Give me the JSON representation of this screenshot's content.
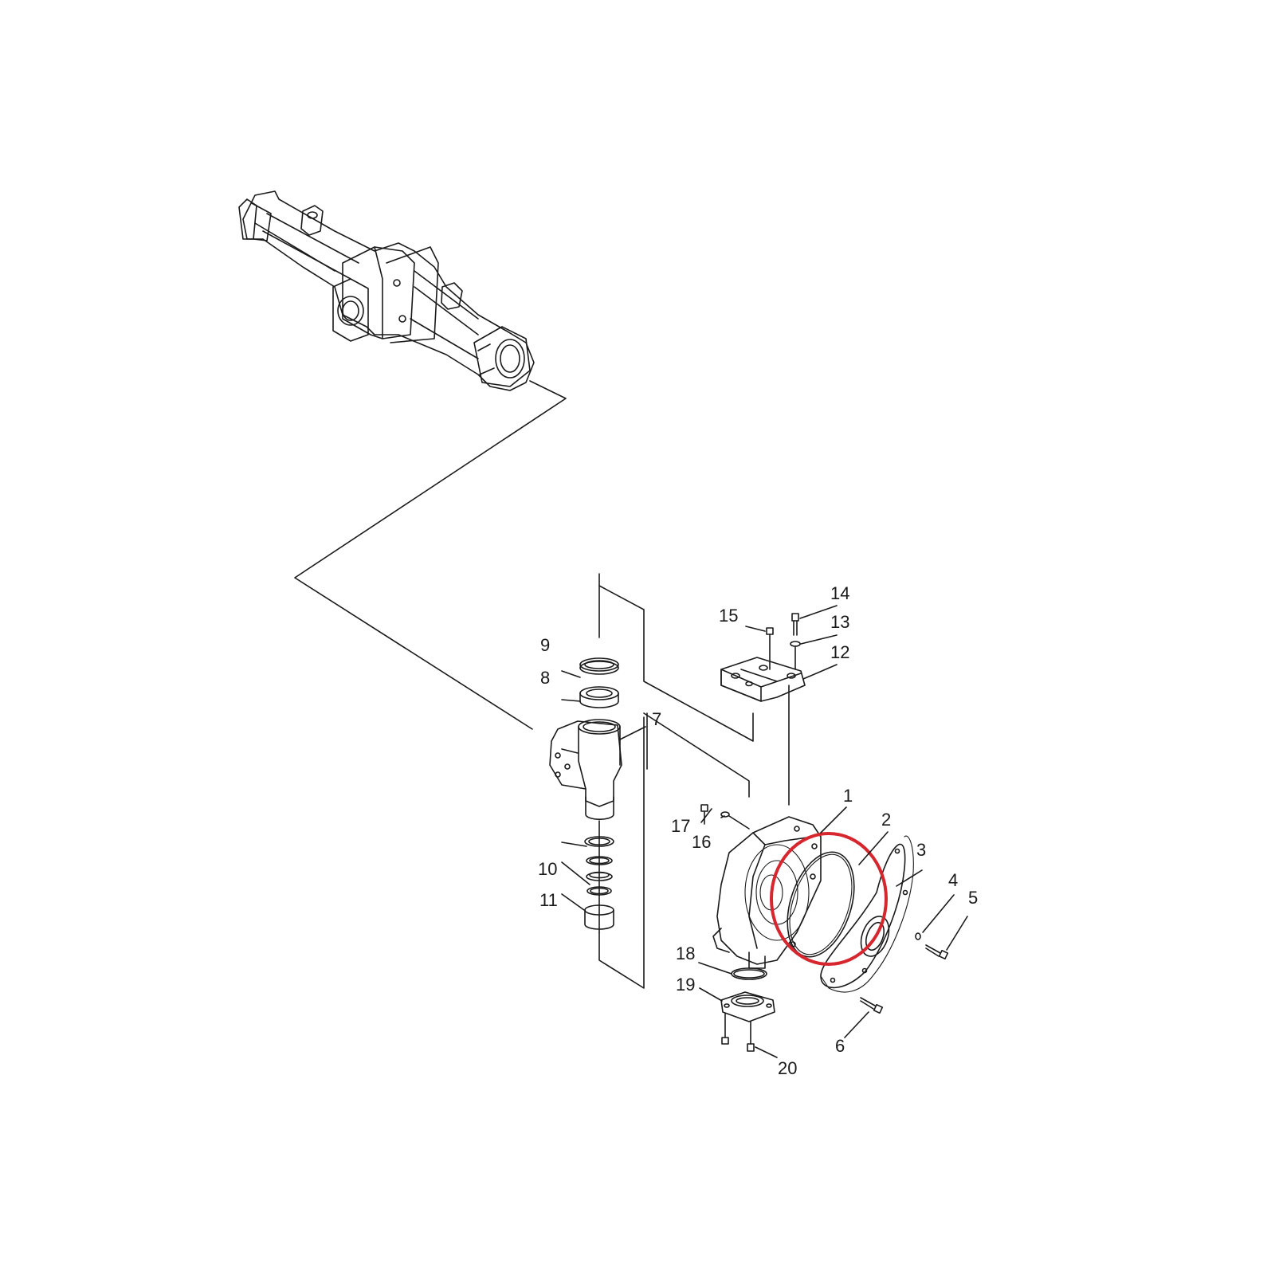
{
  "diagram": {
    "type": "exploded-parts-view",
    "highlight_color": "#d6262e",
    "highlighted_parts": [
      "2",
      "3"
    ],
    "callouts": {
      "c1": "1",
      "c2": "2",
      "c3": "3",
      "c4": "4",
      "c5": "5",
      "c6": "6",
      "c7": "7",
      "c8": "8",
      "c9": "9",
      "c10": "10",
      "c11": "11",
      "c12": "12",
      "c13": "13",
      "c14": "14",
      "c15": "15",
      "c16": "16",
      "c17": "17",
      "c18": "18",
      "c19": "19",
      "c20": "20"
    }
  }
}
